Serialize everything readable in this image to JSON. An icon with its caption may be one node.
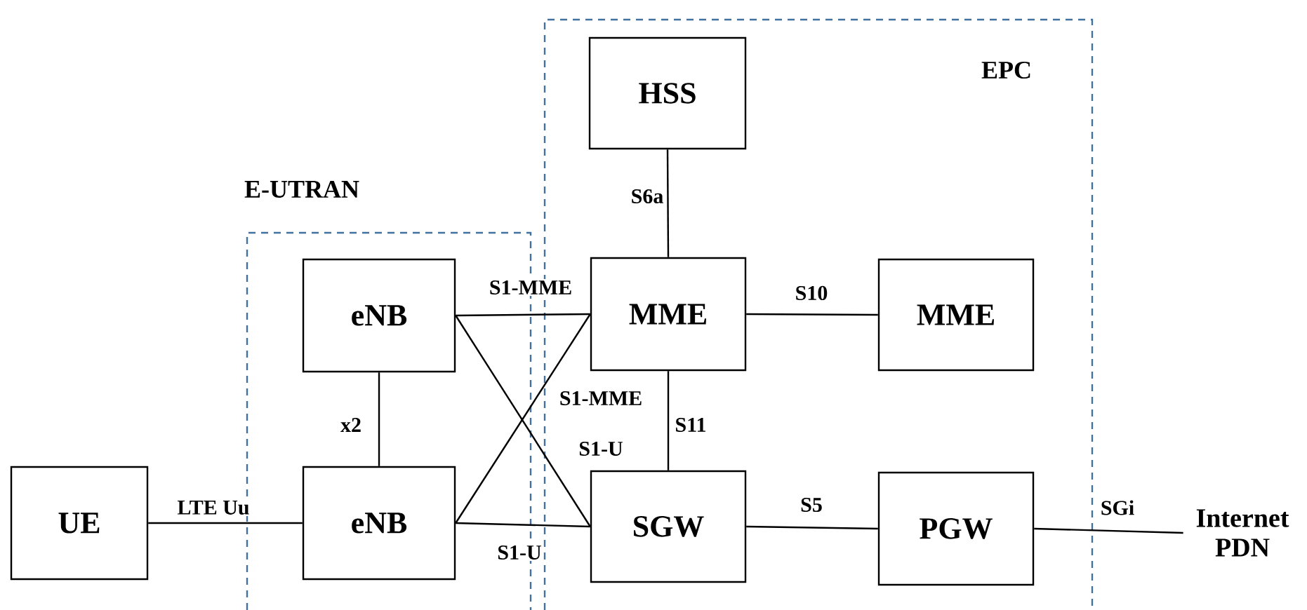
{
  "diagram": {
    "nodes": [
      {
        "text": [
          "EPC"
        ]
      },
      {
        "text": [
          "HSS"
        ],
        "in": 0
      },
      {
        "text": [
          "E-UTRAN"
        ]
      },
      {
        "text": [
          "eNB"
        ],
        "in": 2
      },
      {
        "text": [
          "MME"
        ],
        "in": 0
      },
      {
        "text": [
          "MME"
        ],
        "in": 0
      },
      {
        "text": [
          "UE"
        ]
      },
      {
        "text": [
          "eNB"
        ],
        "in": 2
      },
      {
        "text": [
          "SGW"
        ],
        "in": 0
      },
      {
        "text": [
          "PGW"
        ],
        "in": 0
      },
      {
        "text": [
          "Internet PDN"
        ]
      }
    ],
    "edges": [
      {
        "from": 6,
        "to": 7,
        "arrow": "none",
        "label": "LTE Uu"
      },
      {
        "from": 3,
        "to": 7,
        "arrow": "none",
        "label": "x2"
      },
      {
        "from": 3,
        "to": 4,
        "arrow": "none",
        "label": "S1-MME"
      },
      {
        "from": 7,
        "to": 4,
        "arrow": "none",
        "label": "S1-MME"
      },
      {
        "from": 3,
        "to": 8,
        "arrow": "none",
        "label": "S1-U"
      },
      {
        "from": 7,
        "to": 8,
        "arrow": "none",
        "label": "S1-U"
      },
      {
        "from": 1,
        "to": 4,
        "arrow": "none",
        "label": "S6a"
      },
      {
        "from": 4,
        "to": 5,
        "arrow": "none",
        "label": "S10"
      },
      {
        "from": 4,
        "to": 8,
        "arrow": "none",
        "label": "S11"
      },
      {
        "from": 8,
        "to": 9,
        "arrow": "none",
        "label": "S5"
      },
      {
        "from": 9,
        "to": 10,
        "arrow": "none",
        "label": "SGi"
      }
    ]
  }
}
